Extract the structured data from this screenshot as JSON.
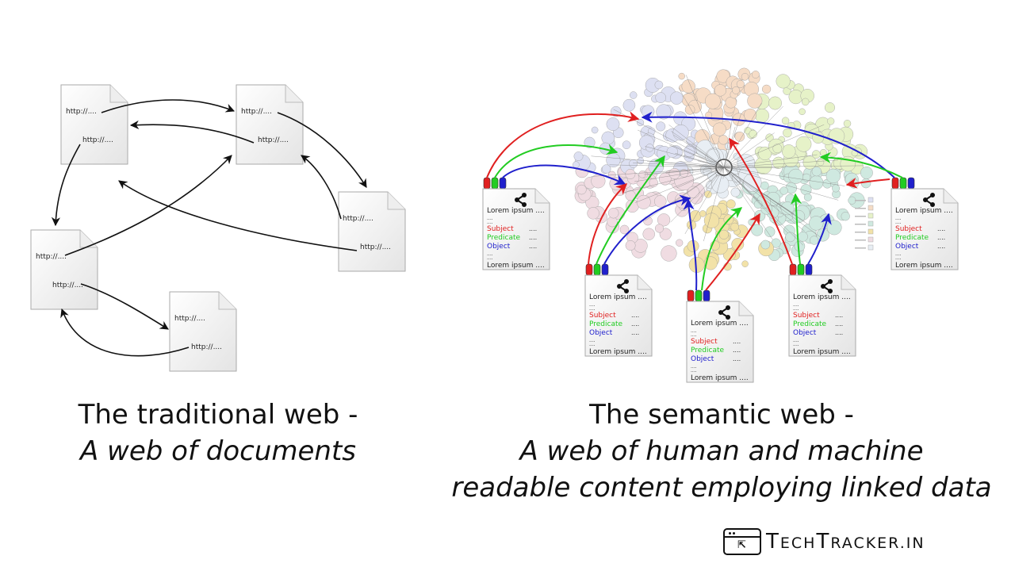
{
  "left_diagram": {
    "title": "The traditional web -",
    "subtitle": "A web of documents",
    "documents": [
      {
        "id": "doc-1",
        "links": [
          "http://....",
          "http://...."
        ]
      },
      {
        "id": "doc-2",
        "links": [
          "http://....",
          "http://...."
        ]
      },
      {
        "id": "doc-3",
        "links": [
          "http://....",
          "http://...."
        ]
      },
      {
        "id": "doc-4",
        "links": [
          "http://....",
          "http://...."
        ]
      },
      {
        "id": "doc-5",
        "links": [
          "http://....",
          "http://...."
        ]
      }
    ]
  },
  "right_diagram": {
    "title": "The semantic web -",
    "subtitle_line1": "A web of human and machine",
    "subtitle_line2": "readable content employing linked data",
    "rdf_document": {
      "header": "Lorem ipsum ....",
      "dots": "....",
      "subject": "Subject",
      "predicate": "Predicate",
      "object": "Object",
      "value_dots": "....",
      "footer": "Lorem ipsum ...."
    },
    "colors": {
      "subject": "#e02020",
      "predicate": "#22cc22",
      "object": "#2020cc"
    },
    "cloud_clusters": [
      {
        "color": "#dde0f2"
      },
      {
        "color": "#f6dcc6"
      },
      {
        "color": "#e6f2c8"
      },
      {
        "color": "#cfe9e0"
      },
      {
        "color": "#f2e2a8"
      },
      {
        "color": "#f0dce2"
      },
      {
        "color": "#e8eef4"
      }
    ]
  },
  "brand": {
    "name_part1": "T",
    "name_part2": "ECH",
    "name_part3": "T",
    "name_part4": "RACKER.IN"
  }
}
